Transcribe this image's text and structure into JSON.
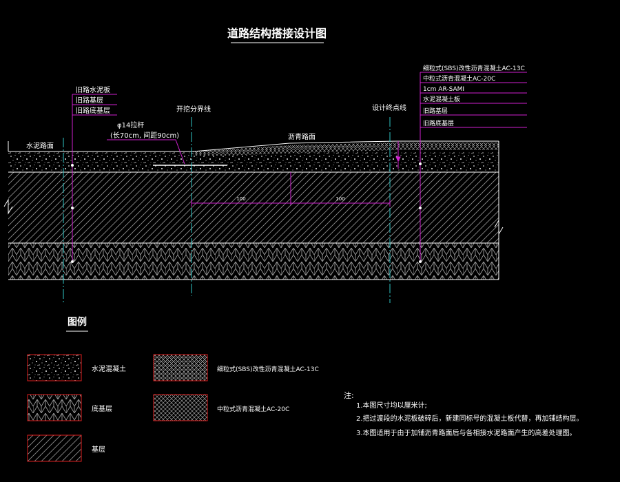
{
  "title": "道路结构搭接设计图",
  "labels": {
    "old_layers": [
      "旧路水泥板",
      "旧路基层",
      "旧路底基层"
    ],
    "cement_surface": "水泥路面",
    "rod_line1": "φ14拉杆",
    "rod_line2": "(长70cm, 间距90cm)",
    "excavation_line": "开挖分界线",
    "asphalt_surface": "沥青路面",
    "design_end_line": "设计终点线",
    "dim_left": "100",
    "dim_right": "100",
    "new_layers": [
      "细粒式(SBS)改性沥青混凝土AC-13C",
      "中粒式沥青混凝土AC-20C",
      "1cm AR-SAMI",
      "水泥混凝土板",
      "旧路基层",
      "旧路底基层"
    ]
  },
  "legend": {
    "title": "图例",
    "items": [
      {
        "label": "水泥混凝土"
      },
      {
        "label": "底基层"
      },
      {
        "label": "基层"
      },
      {
        "label": "细粒式(SBS)改性沥青混凝土AC-13C"
      },
      {
        "label": "中粒式沥青混凝土AC-20C"
      }
    ]
  },
  "notes": {
    "heading": "注:",
    "items": [
      "1.本图尺寸均以厘米计;",
      "2.把过渡段的水泥板破碎后，新建同标号的混凝土板代替，再加铺结构层。",
      "3.本图适用于由于加铺沥青路面后与各相接水泥路面产生的高差处理图。"
    ]
  },
  "colors": {
    "leader": "#d020d0",
    "centerline": "#30c8c8",
    "legend_border": "#e02020",
    "hatch": "#9a9a9a"
  }
}
